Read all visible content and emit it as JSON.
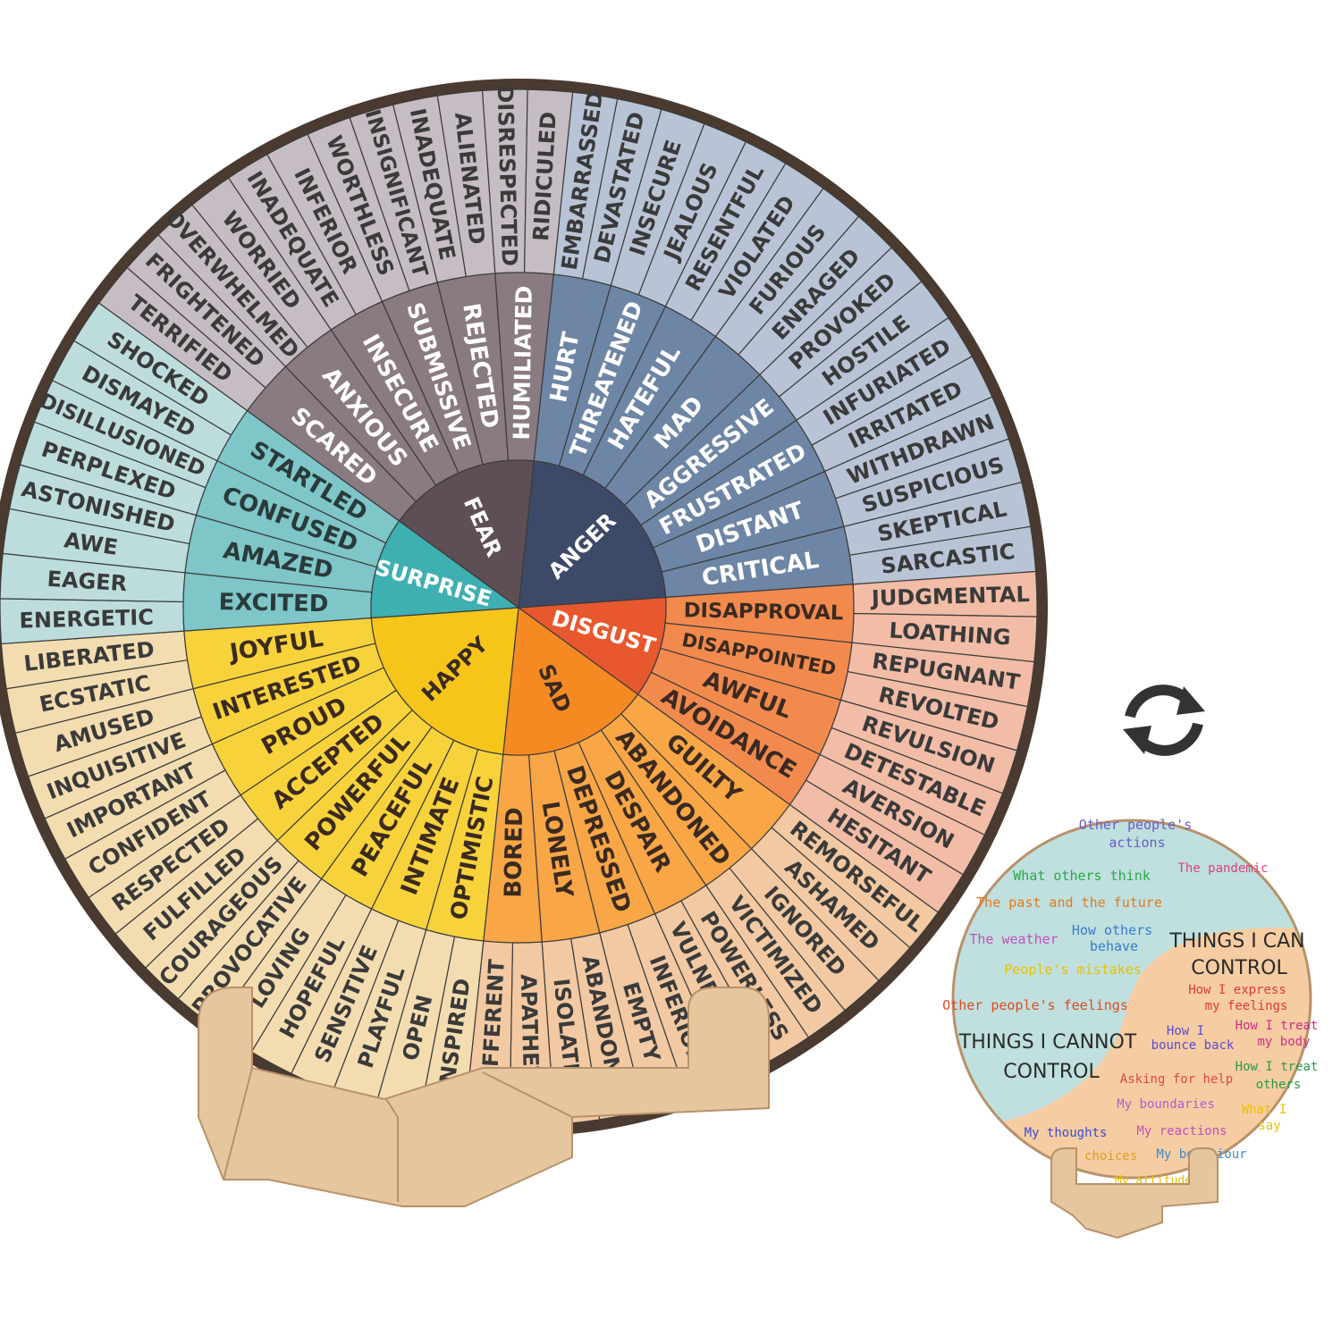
{
  "colors": {
    "background": "#ffffff",
    "wood": "#e6c69f",
    "wood_edge": "#b8916a",
    "rim": "#4a3a30",
    "divider": "#3b3b3b",
    "flip_icon": "#333333"
  },
  "wheel": {
    "families": [
      {
        "core": "ANGER",
        "core_color": "#3c4a68",
        "mid_color": "#6e86a5",
        "outer_color": "#b8c4d6",
        "core_text_color": "#ffffff",
        "mid_text_color": "#ffffff",
        "groups": [
          {
            "mid": "HURT",
            "outer": [
              "EMBARRASSED",
              "DEVASTATED"
            ]
          },
          {
            "mid": "THREATENED",
            "outer": [
              "INSECURE",
              "JEALOUS"
            ]
          },
          {
            "mid": "HATEFUL",
            "outer": [
              "RESENTFUL",
              "VIOLATED"
            ]
          },
          {
            "mid": "MAD",
            "outer": [
              "FURIOUS",
              "ENRAGED"
            ]
          },
          {
            "mid": "AGGRESSIVE",
            "outer": [
              "PROVOKED",
              "HOSTILE"
            ]
          },
          {
            "mid": "FRUSTRATED",
            "outer": [
              "INFURIATED",
              "IRRITATED"
            ]
          },
          {
            "mid": "DISTANT",
            "outer": [
              "WITHDRAWN",
              "SUSPICIOUS"
            ]
          },
          {
            "mid": "CRITICAL",
            "outer": [
              "SKEPTICAL",
              "SARCASTIC"
            ]
          }
        ]
      },
      {
        "core": "DISGUST",
        "core_color": "#e8582e",
        "mid_color": "#f28a4e",
        "outer_color": "#f2bca6",
        "core_text_color": "#ffffff",
        "mid_text_color": "#3a2a20",
        "groups": [
          {
            "mid": "DISAPPROVAL",
            "outer": [
              "JUDGMENTAL",
              "LOATHING"
            ]
          },
          {
            "mid": "DISAPPOINTED",
            "outer": [
              "REPUGNANT",
              "REVOLTED"
            ]
          },
          {
            "mid": "AWFUL",
            "outer": [
              "REVULSION",
              "DETESTABLE"
            ]
          },
          {
            "mid": "AVOIDANCE",
            "outer": [
              "AVERSION",
              "HESITANT"
            ]
          }
        ]
      },
      {
        "core": "SAD",
        "core_color": "#f58a22",
        "mid_color": "#f8a646",
        "outer_color": "#f2c9a2",
        "core_text_color": "#3a2a20",
        "mid_text_color": "#3a2a20",
        "groups": [
          {
            "mid": "GUILTY",
            "outer": [
              "REMORSEFUL",
              "ASHAMED"
            ]
          },
          {
            "mid": "ABANDONED",
            "outer": [
              "IGNORED",
              "VICTIMIZED"
            ]
          },
          {
            "mid": "DESPAIR",
            "outer": [
              "POWERLESS",
              "VULNERABLE"
            ]
          },
          {
            "mid": "DEPRESSED",
            "outer": [
              "INFERIOR",
              "EMPTY"
            ]
          },
          {
            "mid": "LONELY",
            "outer": [
              "ABANDONED",
              "ISOLATED"
            ]
          },
          {
            "mid": "BORED",
            "outer": [
              "APATHETIC",
              "INDIFFERENT"
            ]
          }
        ]
      },
      {
        "core": "HAPPY",
        "core_color": "#f6c51a",
        "mid_color": "#f8d23a",
        "outer_color": "#f3ddb0",
        "core_text_color": "#3a2a20",
        "mid_text_color": "#3a2a20",
        "groups": [
          {
            "mid": "OPTIMISTIC",
            "outer": [
              "INSPIRED",
              "OPEN"
            ]
          },
          {
            "mid": "INTIMATE",
            "outer": [
              "PLAYFUL",
              "SENSITIVE"
            ]
          },
          {
            "mid": "PEACEFUL",
            "outer": [
              "HOPEFUL",
              "LOVING"
            ]
          },
          {
            "mid": "POWERFUL",
            "outer": [
              "PROVOCATIVE",
              "COURAGEOUS"
            ]
          },
          {
            "mid": "ACCEPTED",
            "outer": [
              "FULFILLED",
              "RESPECTED"
            ]
          },
          {
            "mid": "PROUD",
            "outer": [
              "CONFIDENT",
              "IMPORTANT"
            ]
          },
          {
            "mid": "INTERESTED",
            "outer": [
              "INQUISITIVE",
              "AMUSED"
            ]
          },
          {
            "mid": "JOYFUL",
            "outer": [
              "ECSTATIC",
              "LIBERATED"
            ]
          }
        ]
      },
      {
        "core": "SURPRISE",
        "core_color": "#3fb0b2",
        "mid_color": "#7ec6c8",
        "outer_color": "#bddddd",
        "core_text_color": "#ffffff",
        "mid_text_color": "#2a3a3a",
        "groups": [
          {
            "mid": "EXCITED",
            "outer": [
              "ENERGETIC",
              "EAGER"
            ]
          },
          {
            "mid": "AMAZED",
            "outer": [
              "AWE",
              "ASTONISHED"
            ]
          },
          {
            "mid": "CONFUSED",
            "outer": [
              "PERPLEXED",
              "DISILLUSIONED"
            ]
          },
          {
            "mid": "STARTLED",
            "outer": [
              "DISMAYED",
              "SHOCKED"
            ]
          }
        ]
      },
      {
        "core": "FEAR",
        "core_color": "#5e4e56",
        "mid_color": "#8a7a82",
        "outer_color": "#c6bcc3",
        "core_text_color": "#ffffff",
        "mid_text_color": "#ffffff",
        "groups": [
          {
            "mid": "SCARED",
            "outer": [
              "TERRIFIED",
              "FRIGHTENED"
            ]
          },
          {
            "mid": "ANXIOUS",
            "outer": [
              "OVERWHELMED",
              "WORRIED"
            ]
          },
          {
            "mid": "INSECURE",
            "outer": [
              "INADEQUATE",
              "INFERIOR"
            ]
          },
          {
            "mid": "SUBMISSIVE",
            "outer": [
              "WORTHLESS",
              "INSIGNIFICANT"
            ]
          },
          {
            "mid": "REJECTED",
            "outer": [
              "INADEQUATE",
              "ALIENATED"
            ]
          },
          {
            "mid": "HUMILIATED",
            "outer": [
              "DISRESPECTED",
              "RIDICULED"
            ]
          }
        ]
      }
    ]
  },
  "flip_icon": "rotate-arrows-icon",
  "back": {
    "colors": {
      "teal": "#bfe0de",
      "peach": "#f6cda2"
    },
    "cannot_title_1": "THINGS I CANNOT",
    "cannot_title_2": "CONTROL",
    "can_title_1": "THINGS I CAN",
    "can_title_2": "CONTROL",
    "labels": [
      {
        "text": "Other people's",
        "color": "#6a5ad0"
      },
      {
        "text": "actions",
        "color": "#6a5ad0"
      },
      {
        "text": "What others think",
        "color": "#2aa84a"
      },
      {
        "text": "The pandemic",
        "color": "#e0407a"
      },
      {
        "text": "The past and the future",
        "color": "#e07a20"
      },
      {
        "text": "The weather",
        "color": "#c050c0"
      },
      {
        "text": "How others",
        "color": "#3a7ad0"
      },
      {
        "text": "behave",
        "color": "#3a7ad0"
      },
      {
        "text": "People's mistakes",
        "color": "#e8c000"
      },
      {
        "text": "Other people's feelings",
        "color": "#e04a20"
      },
      {
        "text": "How I express",
        "color": "#e03a3a"
      },
      {
        "text": "my feelings",
        "color": "#e03a3a"
      },
      {
        "text": "How I",
        "color": "#5a4ad0"
      },
      {
        "text": "bounce back",
        "color": "#5a4ad0"
      },
      {
        "text": "How I treat",
        "color": "#d02a8a"
      },
      {
        "text": "my body",
        "color": "#d02a8a"
      },
      {
        "text": "Asking for help",
        "color": "#e04a3a"
      },
      {
        "text": "How I treat",
        "color": "#2a9a4a"
      },
      {
        "text": "others",
        "color": "#2a9a4a"
      },
      {
        "text": "My boundaries",
        "color": "#b060d0"
      },
      {
        "text": "What I",
        "color": "#e8c000"
      },
      {
        "text": "say",
        "color": "#e8c000"
      },
      {
        "text": "My thoughts",
        "color": "#3a4ad0"
      },
      {
        "text": "My reactions",
        "color": "#c050c0"
      },
      {
        "text": "My choices",
        "color": "#e09a20"
      },
      {
        "text": "My behaviour",
        "color": "#3a8ad0"
      },
      {
        "text": "My attitude",
        "color": "#e8c000"
      }
    ]
  }
}
